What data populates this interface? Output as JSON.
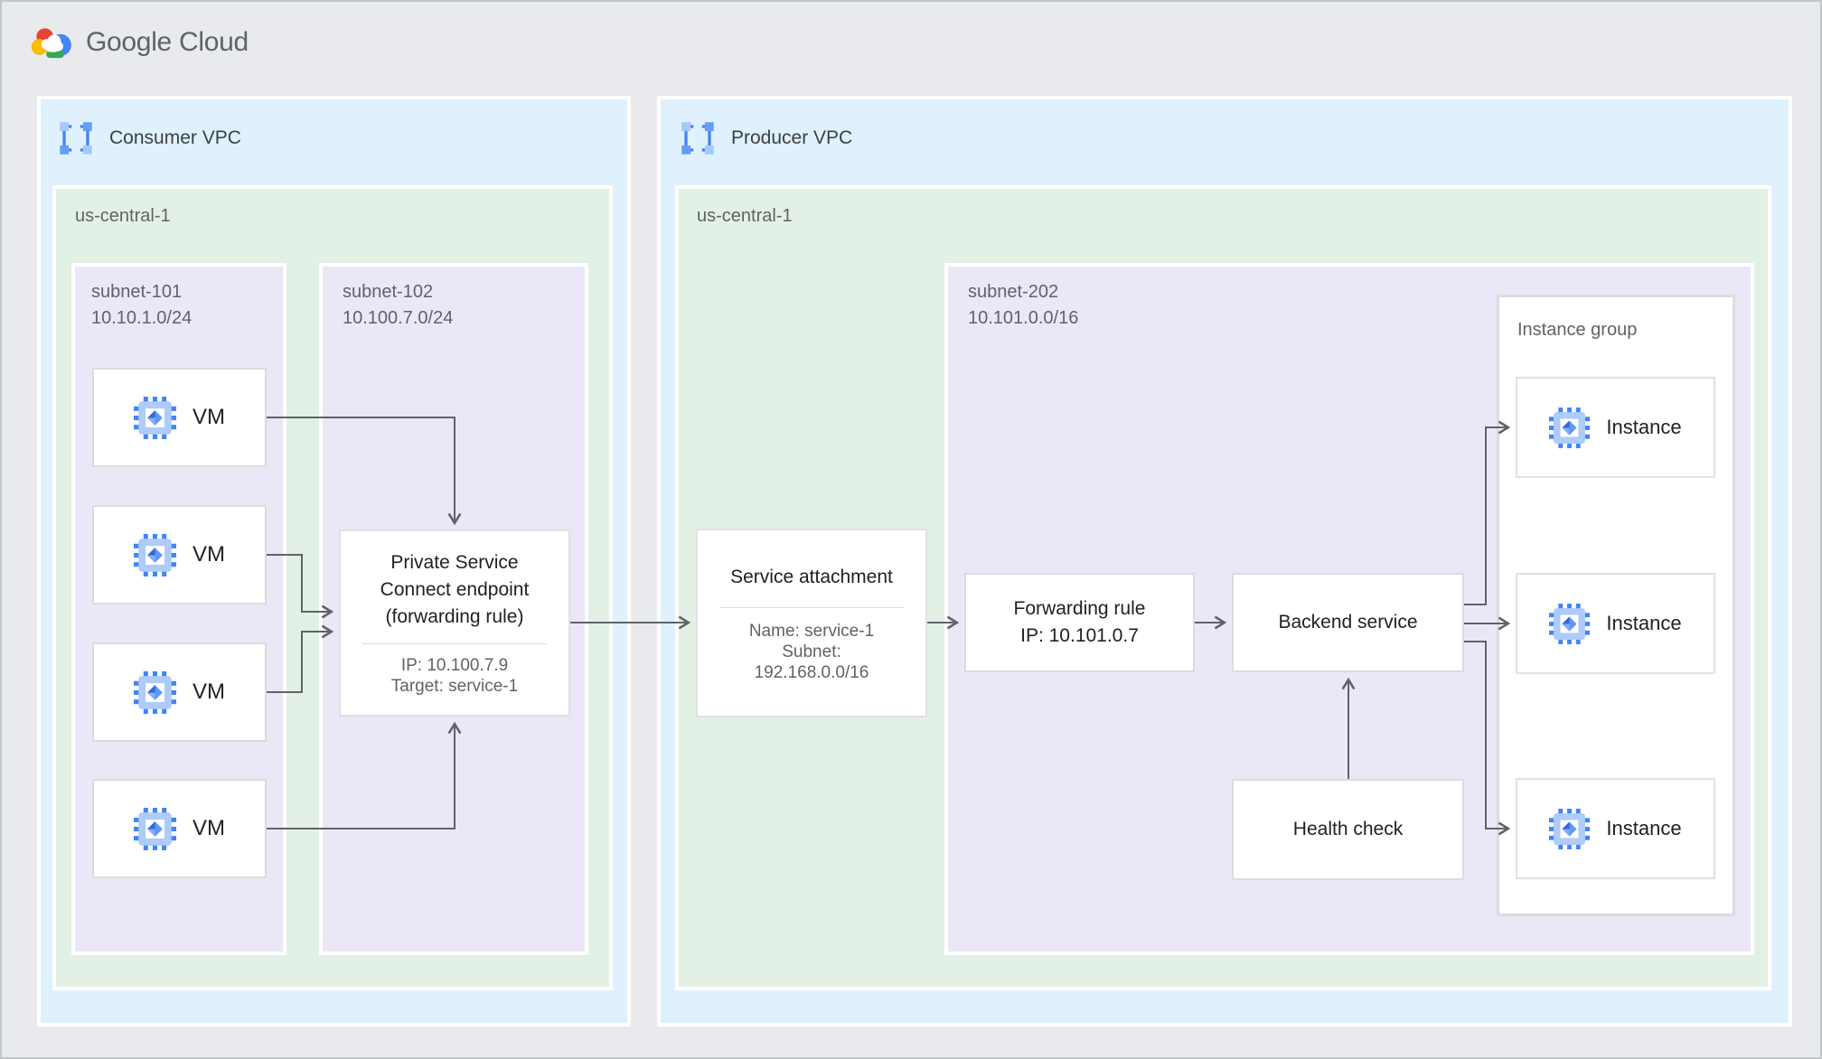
{
  "brand": {
    "logo_text": "Google Cloud"
  },
  "consumer_vpc": {
    "label": "Consumer VPC",
    "region": {
      "label": "us-central-1",
      "subnet101": {
        "name": "subnet-101",
        "cidr": "10.10.1.0/24",
        "vms": [
          "VM",
          "VM",
          "VM",
          "VM"
        ]
      },
      "subnet102": {
        "name": "subnet-102",
        "cidr": "10.100.7.0/24",
        "psc_endpoint": {
          "title_lines": [
            "Private Service",
            "Connect endpoint",
            "(forwarding rule)"
          ],
          "ip": "IP: 10.100.7.9",
          "target": "Target: service-1"
        }
      }
    }
  },
  "producer_vpc": {
    "label": "Producer VPC",
    "region": {
      "label": "us-central-1",
      "service_attachment": {
        "title": "Service attachment",
        "name": "Name: service-1",
        "subnet_line1": "Subnet:",
        "subnet_line2": "192.168.0.0/16"
      },
      "subnet202": {
        "name": "subnet-202",
        "cidr": "10.101.0.0/16",
        "forwarding_rule": {
          "title": "Forwarding rule",
          "ip": "IP: 10.101.0.7"
        },
        "backend_service": {
          "title": "Backend service"
        },
        "health_check": {
          "title": "Health check"
        },
        "instance_group": {
          "label": "Instance group",
          "instances": [
            "Instance",
            "Instance",
            "Instance"
          ]
        }
      }
    }
  },
  "colors": {
    "page_background": "#E8EAED",
    "vpc_blue": "#DFF1FC",
    "region_green": "#E3F0E6",
    "subnet_purple": "#ECE7F6",
    "node_border_gray": "#DADCE0",
    "arrow_gray": "#5F6368",
    "title_text": "#202124",
    "label_text": "#5F6368",
    "brand_blue": "#4285F4",
    "brand_red": "#EA4335",
    "brand_yellow": "#FBBC04",
    "brand_green": "#34A853"
  }
}
